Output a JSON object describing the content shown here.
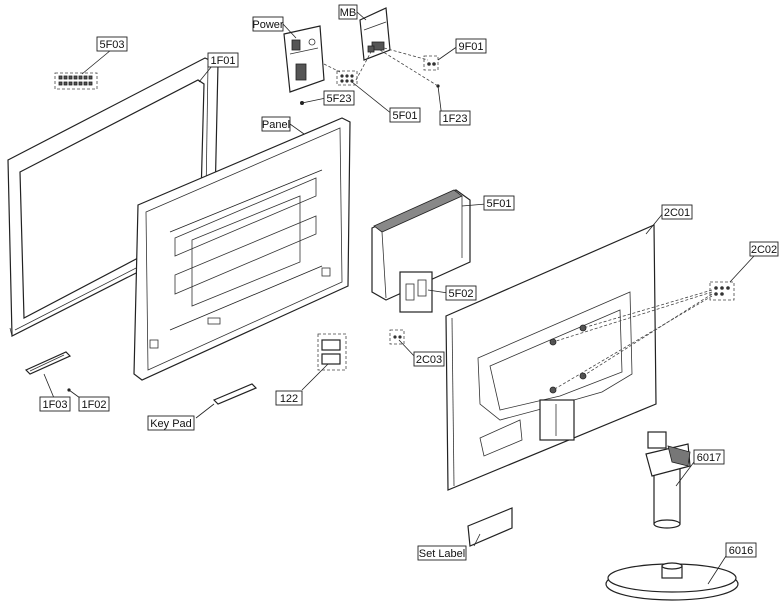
{
  "labels": {
    "l_5f03": "5F03",
    "l_1f01": "1F01",
    "l_power": "Power",
    "l_mb": "MB",
    "l_9f01": "9F01",
    "l_5f23": "5F23",
    "l_5f01a": "5F01",
    "l_1f23": "1F23",
    "l_panel": "Panel",
    "l_5f01b": "5F01",
    "l_2c01": "2C01",
    "l_2c02": "2C02",
    "l_5f02": "5F02",
    "l_2c03": "2C03",
    "l_1f03": "1F03",
    "l_1f02": "1F02",
    "l_122": "122",
    "l_keypad": "Key Pad",
    "l_6017": "6017",
    "l_setlabel": "Set Label",
    "l_6016": "6016"
  }
}
